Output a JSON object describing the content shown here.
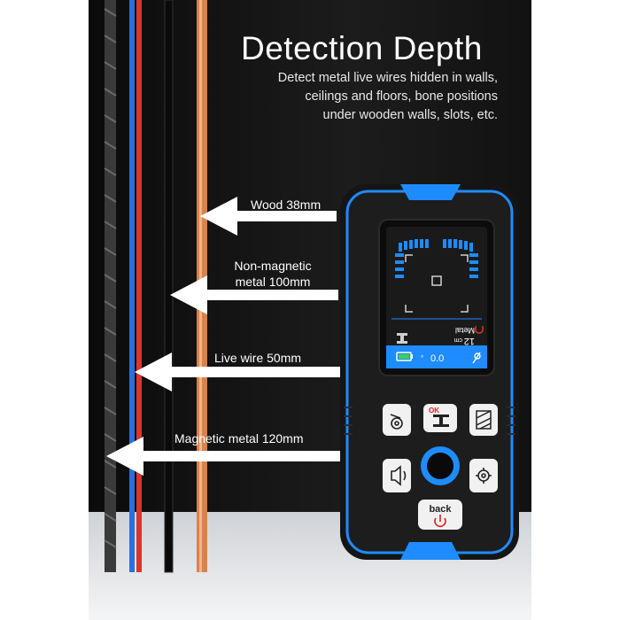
{
  "heading": {
    "title": "Detection Depth",
    "lines": [
      "Detect metal live wires hidden in walls,",
      "ceilings and floors, bone positions",
      "under wooden walls, slots, etc."
    ]
  },
  "callouts": {
    "wood": "Wood 38mm",
    "nonmagnetic_1": "Non-magnetic",
    "nonmagnetic_2": "metal 100mm",
    "live_wire": "Live wire 50mm",
    "magnetic": "Magnetic metal 120mm"
  },
  "device": {
    "screen": {
      "depth_value": "12",
      "depth_unit": "cm",
      "mode": "Metal",
      "reading": "0.0"
    },
    "buttons": {
      "ok": "OK",
      "back": "back",
      "minus": "−",
      "plus": "+"
    }
  },
  "colors": {
    "accent": "#1e8cff",
    "wire_red": "#e0322a",
    "wire_blue": "#2a6fe0",
    "wire_copper": "#d9824a",
    "power_red": "#e02020"
  }
}
